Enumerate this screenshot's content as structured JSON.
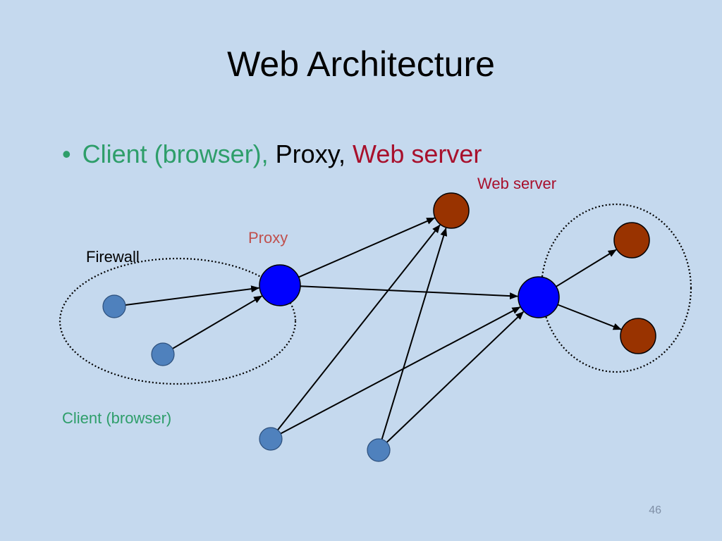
{
  "slide": {
    "title": "Web Architecture",
    "bullet": {
      "marker": "•",
      "parts": [
        {
          "text": "Client (browser), ",
          "color": "#2e9e6a"
        },
        {
          "text": "Proxy, ",
          "color": "#000000"
        },
        {
          "text": "Web server",
          "color": "#a8102c"
        }
      ]
    },
    "page_number": "46"
  },
  "diagram": {
    "labels": {
      "firewall": "Firewall",
      "proxy": "Proxy",
      "web_server": "Web server",
      "client": "Client (browser)"
    },
    "colors": {
      "background": "#c5d9ee",
      "client_node": "#4f81bd",
      "proxy_node": "#0000ff",
      "server_node": "#993300",
      "client_label": "#2e9e6a",
      "proxy_label": "#c0504d",
      "server_label": "#a8102c"
    },
    "nodes": [
      {
        "id": "client-inner-1",
        "role": "client"
      },
      {
        "id": "client-inner-2",
        "role": "client"
      },
      {
        "id": "client-outer-1",
        "role": "client"
      },
      {
        "id": "client-outer-2",
        "role": "client"
      },
      {
        "id": "proxy-1",
        "role": "proxy"
      },
      {
        "id": "proxy-2",
        "role": "proxy"
      },
      {
        "id": "web-server-1",
        "role": "server"
      },
      {
        "id": "web-server-2",
        "role": "server"
      },
      {
        "id": "web-server-3",
        "role": "server"
      }
    ],
    "edges": [
      {
        "from": "client-inner-1",
        "to": "proxy-1"
      },
      {
        "from": "client-inner-2",
        "to": "proxy-1"
      },
      {
        "from": "proxy-1",
        "to": "web-server-1"
      },
      {
        "from": "proxy-1",
        "to": "proxy-2"
      },
      {
        "from": "client-outer-1",
        "to": "web-server-1"
      },
      {
        "from": "client-outer-1",
        "to": "proxy-2"
      },
      {
        "from": "client-outer-2",
        "to": "web-server-1"
      },
      {
        "from": "client-outer-2",
        "to": "proxy-2"
      },
      {
        "from": "proxy-2",
        "to": "web-server-2"
      },
      {
        "from": "proxy-2",
        "to": "web-server-3"
      }
    ],
    "groups": [
      {
        "id": "firewall-group",
        "label_key": "firewall"
      },
      {
        "id": "server-group",
        "label_key": null
      }
    ]
  }
}
